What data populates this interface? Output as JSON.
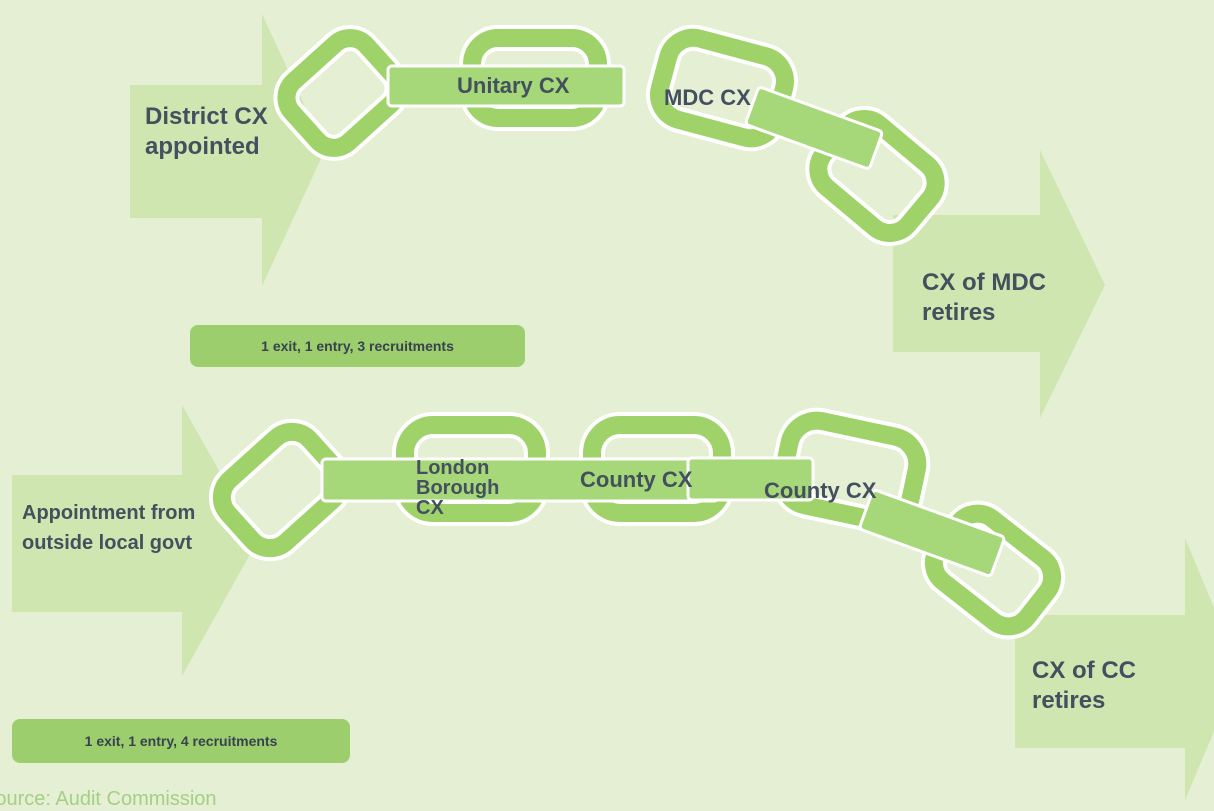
{
  "diagram": {
    "colors": {
      "background": "#e4efd4",
      "arrow": "#cfe6b1",
      "chain_link": "#9fd36a",
      "chain_outline": "#ffffff",
      "text": "#44505e",
      "badge": "#9cce6e",
      "source_text": "#a6cf85"
    },
    "top_chain": {
      "start_label": "District CX appointed",
      "link_labels": [
        "Unitary CX",
        "MDC CX"
      ],
      "end_label": "CX of MDC retires",
      "summary": "1 exit, 1 entry, 3 recruitments"
    },
    "bottom_chain": {
      "start_label": "Appointment from outside local govt",
      "link_labels": [
        "London Borough CX",
        "County CX",
        "County CX"
      ],
      "end_label": "CX of CC retires",
      "summary": "1 exit, 1 entry, 4 recruitments"
    },
    "source": "Source: Audit Commission"
  }
}
